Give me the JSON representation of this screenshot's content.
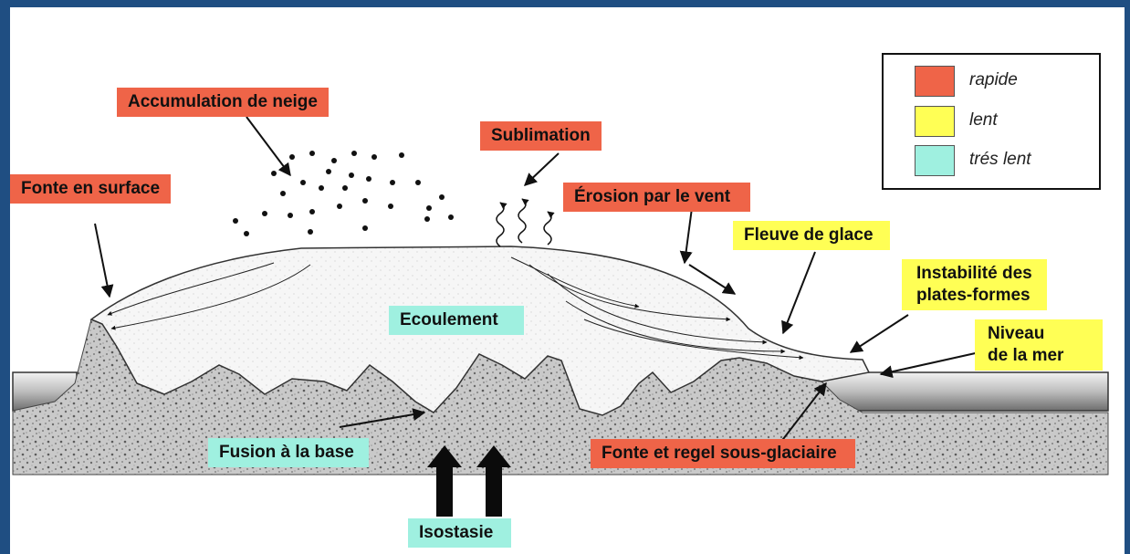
{
  "legend": {
    "items": [
      {
        "label": "rapide",
        "color": "#ef6448"
      },
      {
        "label": "lent",
        "color": "#ffff55"
      },
      {
        "label": "trés lent",
        "color": "#9ff0e0"
      }
    ]
  },
  "labels": {
    "accumulation": "Accumulation de neige",
    "sublimation": "Sublimation",
    "fonte_surface": "Fonte en surface",
    "erosion": "Érosion par le vent",
    "fleuve": "Fleuve de glace",
    "instabilite": "Instabilité des\nplates-formes",
    "niveau_mer": "Niveau\nde la mer",
    "ecoulement": "Ecoulement",
    "fusion_base": "Fusion à la base",
    "fonte_regel": "Fonte et regel sous-glaciaire",
    "isostasie": "Isostasie"
  },
  "colors": {
    "frame": "#1f4e82",
    "rapide": "#ef6448",
    "lent": "#ffff55",
    "tres_lent": "#9ff0e0"
  }
}
